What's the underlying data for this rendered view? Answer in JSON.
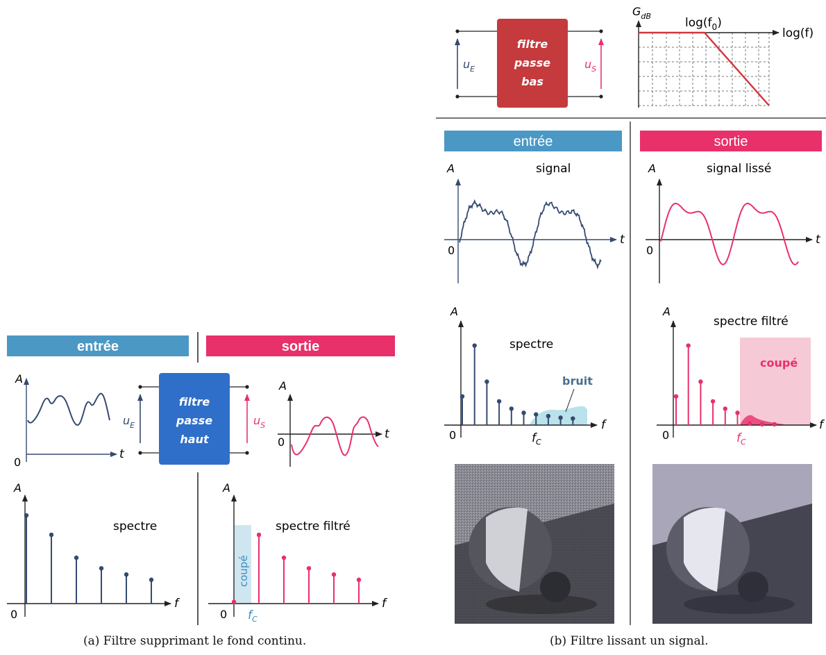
{
  "colors": {
    "input_blue": "#4b98c4",
    "output_pink": "#e8306a",
    "navy": "#354a70",
    "filter_blue": "#2f6fc9",
    "filter_red": "#c43a3d",
    "bruit_cyan": "#a8dbe6",
    "coupe_pink": "#f3b7c8"
  },
  "panel_a": {
    "entree": "entrée",
    "sortie": "sortie",
    "filter_lines": [
      "filtre",
      "passe",
      "haut"
    ],
    "uE": "u",
    "uE_sub": "E",
    "uS": "u",
    "uS_sub": "S",
    "axis_A": "A",
    "axis_t": "t",
    "axis_f": "f",
    "origin": "0",
    "spectre": "spectre",
    "spectre_filtre": "spectre filtré",
    "coupe": "coupé",
    "fc": "f",
    "fc_sub": "C",
    "spectrum_in": [
      1.0,
      0.78,
      0.52,
      0.4,
      0.33,
      0.27
    ],
    "spectrum_out": [
      0.02,
      0.78,
      0.52,
      0.4,
      0.33,
      0.27
    ],
    "caption": "(a) Filtre supprimant le fond continu."
  },
  "panel_b": {
    "filter_lines": [
      "filtre",
      "passe",
      "bas"
    ],
    "uE": "u",
    "uE_sub": "E",
    "uS": "u",
    "uS_sub": "S",
    "gdb": "G",
    "gdb_sub": "dB",
    "log_f0": "log(f",
    "log_f0_sub": "0",
    "log_f0_close": ")",
    "log_f": "log(f)",
    "entree": "entrée",
    "sortie": "sortie",
    "signal": "signal",
    "signal_lisse": "signal lissé",
    "axis_A": "A",
    "axis_t": "t",
    "axis_f": "f",
    "origin": "0",
    "spectre": "spectre",
    "spectre_filtre": "spectre filtré",
    "bruit": "bruit",
    "coupe": "coupé",
    "fc": "f",
    "fc_sub": "C",
    "spectrum_in": [
      0.35,
      0.97,
      0.53,
      0.29,
      0.2,
      0.15,
      0.13,
      0.11,
      0.09,
      0.08
    ],
    "spectrum_out": [
      0.35,
      0.97,
      0.53,
      0.29,
      0.2,
      0.15,
      0.02,
      0.01,
      0.01
    ],
    "caption": "(b) Filtre lissant un signal."
  }
}
